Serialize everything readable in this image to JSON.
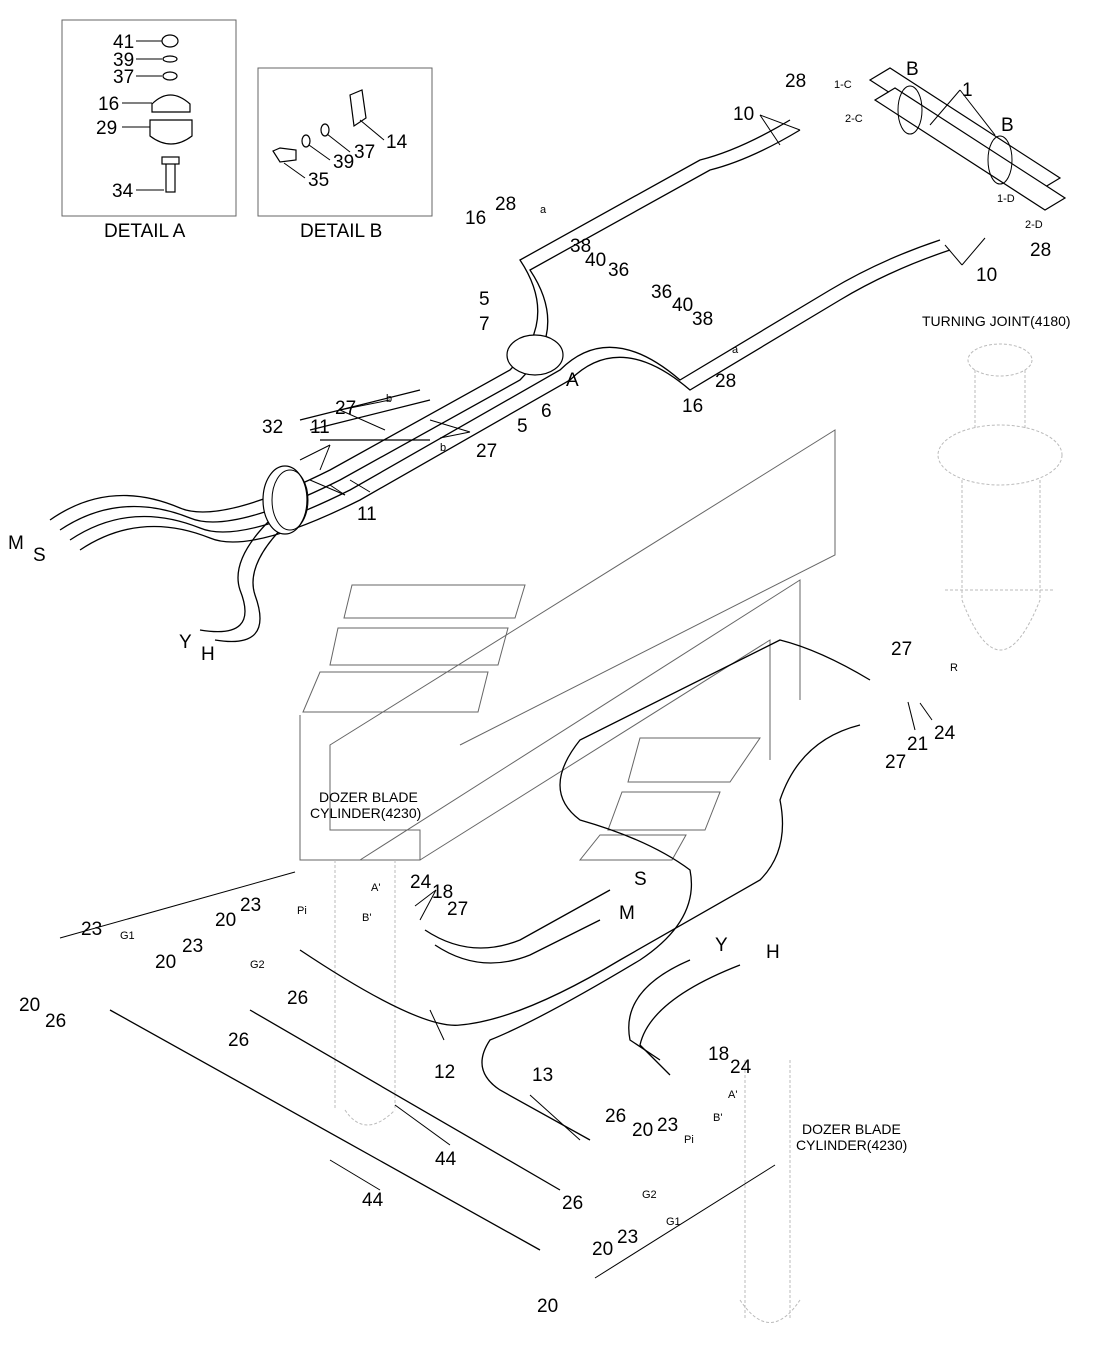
{
  "details": [
    {
      "caption": "DETAIL A",
      "labels": [
        "41",
        "39",
        "37",
        "16",
        "29",
        "34"
      ]
    },
    {
      "caption": "DETAIL B",
      "labels": [
        "14",
        "37",
        "39",
        "35"
      ]
    }
  ],
  "references": {
    "turning_joint": "TURNING JOINT(4180)",
    "cylinder_line1": "DOZER BLADE",
    "cylinder_line2": "CYLINDER(4230)"
  },
  "section_markers": [
    "A",
    "B",
    "B"
  ],
  "ports": [
    "1-C",
    "2-C",
    "1-D",
    "2-D",
    "a",
    "a",
    "b",
    "b",
    "R",
    "Pi",
    "Pi",
    "G1",
    "G1",
    "G2",
    "G2",
    "A'",
    "B'",
    "A'",
    "B'"
  ],
  "line_ends": [
    "M",
    "S",
    "Y",
    "H",
    "S",
    "M",
    "Y",
    "H"
  ],
  "callouts": {
    "c1": "1",
    "c28a": "28",
    "c28b": "28",
    "c28c": "28",
    "c28d": "28",
    "c10a": "10",
    "c10b": "10",
    "c16a": "16",
    "c16b": "16",
    "c38a": "38",
    "c38b": "38",
    "c40a": "40",
    "c40b": "40",
    "c36a": "36",
    "c36b": "36",
    "c5a": "5",
    "c5b": "5",
    "c7": "7",
    "c6": "6",
    "c27a": "27",
    "c27b": "27",
    "c27c": "27",
    "c27d": "27",
    "c27e": "27",
    "c32": "32",
    "c11a": "11",
    "c11b": "11",
    "c21": "21",
    "c24a": "24",
    "c24b": "24",
    "c24c": "24",
    "c18a": "18",
    "c18b": "18",
    "c23a": "23",
    "c23b": "23",
    "c23c": "23",
    "c23d": "23",
    "c23e": "23",
    "c20a": "20",
    "c20b": "20",
    "c20c": "20",
    "c20d": "20",
    "c20e": "20",
    "c20f": "20",
    "c26a": "26",
    "c26b": "26",
    "c26c": "26",
    "c26d": "26",
    "c26e": "26",
    "c12": "12",
    "c13": "13",
    "c44a": "44",
    "c44b": "44"
  }
}
